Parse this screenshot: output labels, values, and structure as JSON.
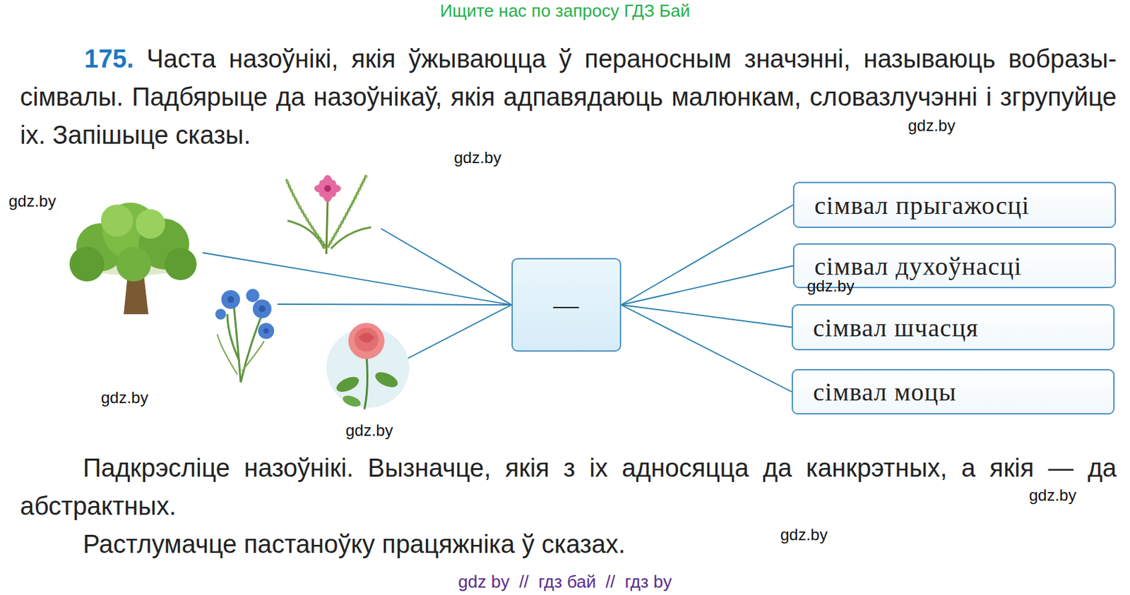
{
  "diagram": {
    "nodes": [
      {
        "text": [
          "—"
        ]
      },
      {
        "text": [
          "сімвал прыгажосці"
        ]
      },
      {
        "text": [
          "сімвал духоўнасці"
        ]
      },
      {
        "text": [
          "сімвал шчасця"
        ]
      },
      {
        "text": [
          "сімвал моцы"
        ]
      }
    ],
    "edges": [
      {
        "from": 0,
        "to": 1,
        "arrow": "none"
      },
      {
        "from": 0,
        "to": 2,
        "arrow": "none"
      },
      {
        "from": 0,
        "to": 3,
        "arrow": "none"
      },
      {
        "from": 0,
        "to": 4,
        "arrow": "none"
      }
    ],
    "labels": [
      "Ищите нас по запросу ГДЗ Бай",
      "175.",
      "Часта назоўнікі, якія ўжываюцца ў пераносным значэнні, называюць вобразы-сімвалы. Падбярыце да назоўнікаў, якія адпавядаюць малюнкам, словазлучэнні і згрупуйце іх. Запішыце сказы.",
      "gdz.by",
      "gdz.by",
      "gdz.by",
      "gdz.by",
      "gdz.by",
      "gdz.by",
      "gdz.by",
      "gdz.by",
      "Падкрэсліце назоўнікі. Вызначце, якія з іх адносяцца да канкрэтных, а якія — да абстрактных.",
      "Растлумачце пастаноўку працяжніка ў сказах.",
      "gdz by  //  гдз бай  //  гдз by"
    ]
  }
}
